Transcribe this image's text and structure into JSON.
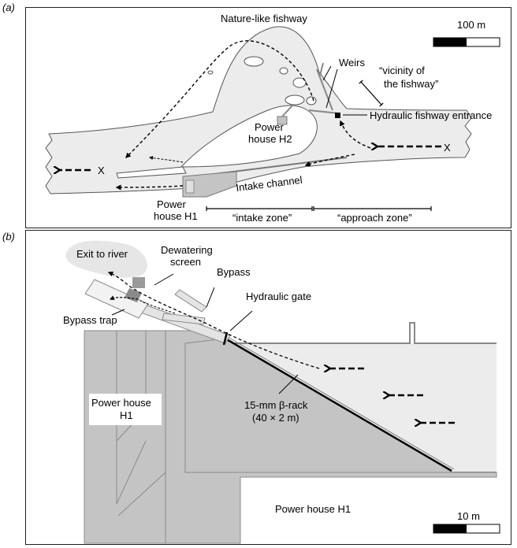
{
  "panel_a": {
    "panel_label": "(a)",
    "scale_bar": "100 m",
    "labels": {
      "fishway": "Nature-like fishway",
      "weirs": "Weirs",
      "vicinity_1": "“vicinity of",
      "vicinity_2": "the fishway”",
      "hydraulic_entrance": "Hydraulic fishway entrance",
      "ph2_1": "Power",
      "ph2_2": "house H2",
      "x_left": "X",
      "x_right": "X",
      "intake_channel": "Intake channel",
      "ph1_1": "Power",
      "ph1_2": "house H1",
      "intake_zone": "“intake zone”",
      "approach_zone": "“approach zone”"
    }
  },
  "panel_b": {
    "panel_label": "(b)",
    "scale_bar": "10 m",
    "labels": {
      "exit": "Exit to river",
      "dewatering_1": "Dewatering",
      "dewatering_2": "screen",
      "bypass": "Bypass",
      "hydraulic_gate": "Hydraulic gate",
      "bypass_trap": "Bypass trap",
      "ph_left_1": "Power house",
      "ph_left_2": "H1",
      "rack_1": "15-mm β-rack",
      "rack_2": "(40 × 2 m)",
      "ph_bottom": "Power house H1"
    }
  },
  "colors": {
    "water": "#ececec",
    "building": "#c4c4c4",
    "building_edge": "#8a8a8a",
    "outline": "#333333"
  }
}
